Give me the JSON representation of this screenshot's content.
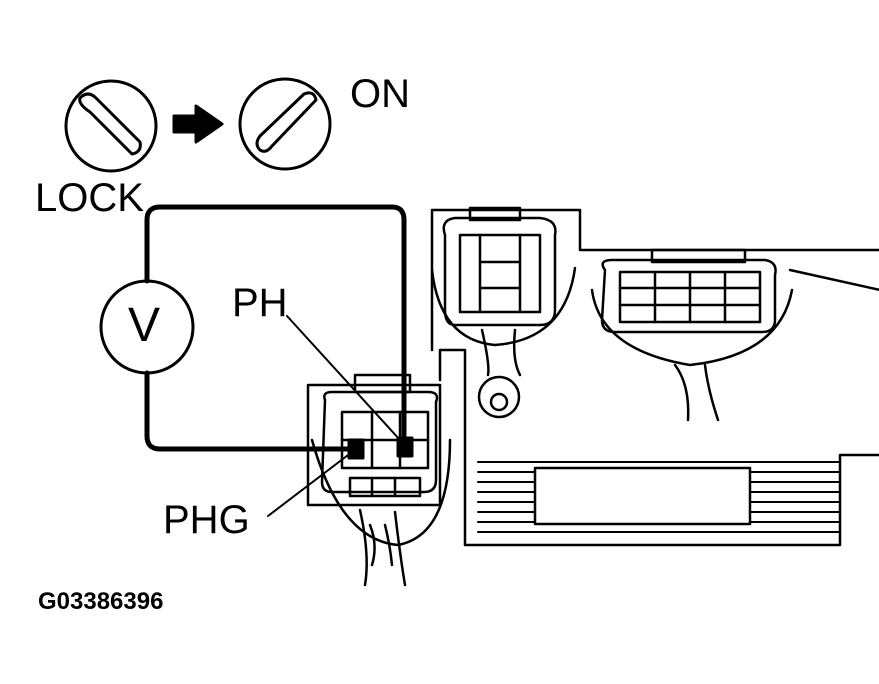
{
  "labels": {
    "lock": "LOCK",
    "on": "ON",
    "voltmeter": "V",
    "ph": "PH",
    "phg": "PHG",
    "figure_code": "G03386396"
  },
  "colors": {
    "ink": "#000000",
    "paper": "#ffffff"
  }
}
